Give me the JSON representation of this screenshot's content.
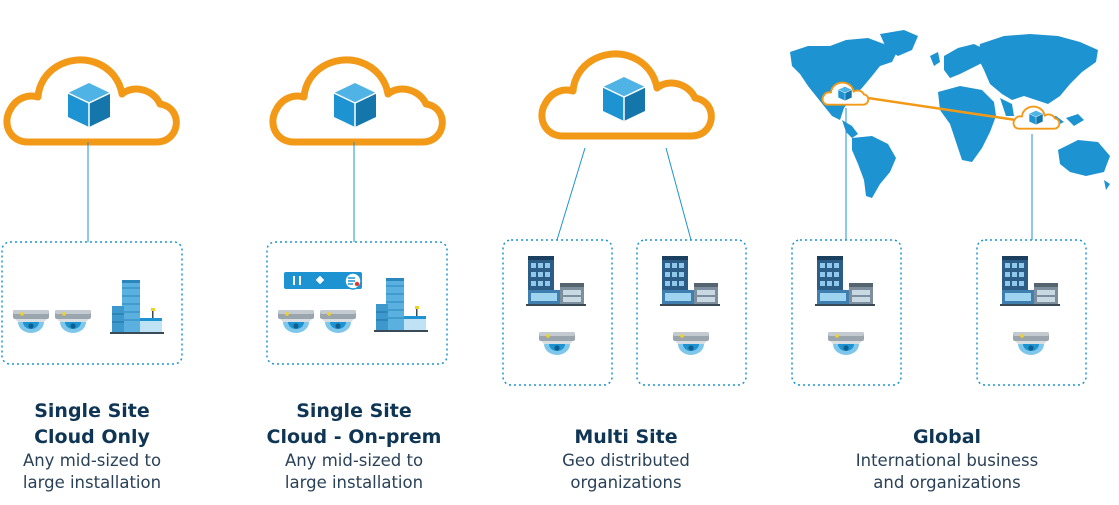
{
  "diagram": {
    "colors": {
      "cloud_outline": "#f29a18",
      "cube": "#1d93d2",
      "cube_dark": "#1576ab",
      "map": "#1d93d2",
      "connector": "#1d93d2",
      "box_border": "#1d93d2",
      "title_text": "#0f3554",
      "body_text": "#2a4157"
    },
    "panels": [
      {
        "id": "single-site-cloud-only",
        "title": "Single Site\nCloud Only",
        "subtitle": "Any mid-sized to\nlarge installation"
      },
      {
        "id": "single-site-cloud-on-prem",
        "title": "Single Site\nCloud - On-prem",
        "subtitle": "Any mid-sized to\nlarge installation"
      },
      {
        "id": "multi-site",
        "title": "Multi Site",
        "subtitle": "Geo distributed\norganizations"
      },
      {
        "id": "global",
        "title": "Global",
        "subtitle": "International business\nand organizations"
      }
    ]
  }
}
